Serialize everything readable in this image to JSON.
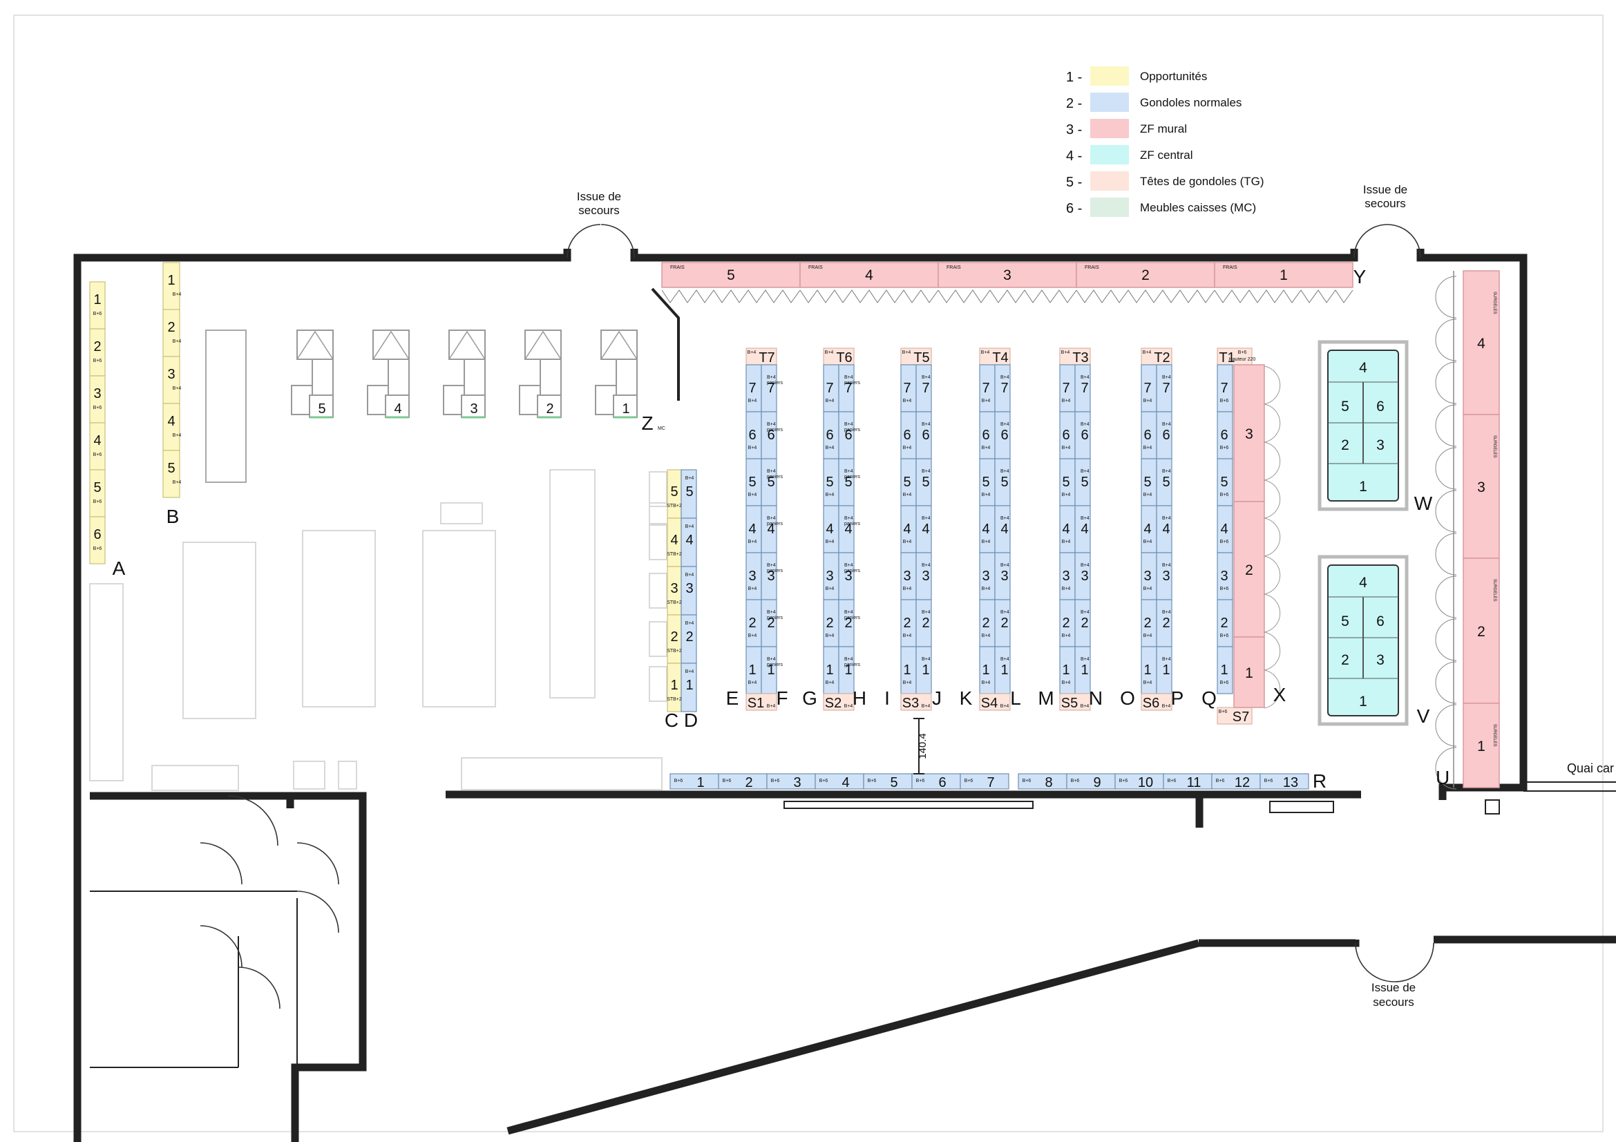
{
  "legend": [
    {
      "num": "1 -",
      "label": "Opportunités",
      "color": "#fdf7c3"
    },
    {
      "num": "2 -",
      "label": "Gondoles normales",
      "color": "#cfe2f7"
    },
    {
      "num": "3 -",
      "label": "ZF mural",
      "color": "#f9c9cc"
    },
    {
      "num": "4 -",
      "label": "ZF central",
      "color": "#c8f7f5"
    },
    {
      "num": "5 -",
      "label": "Têtes de gondoles (TG)",
      "color": "#fde5dc"
    },
    {
      "num": "6 -",
      "label": "Meubles caisses (MC)",
      "color": "#dcefe2"
    }
  ],
  "exits": {
    "top_left": [
      "Issue de",
      "secours"
    ],
    "top_right": [
      "Issue de",
      "secours"
    ],
    "bottom_right": [
      "Issue de",
      "secours"
    ]
  },
  "quai": "Quai car",
  "dimension": "140.4",
  "frais": {
    "tag": "FRAIS",
    "sections": [
      "5",
      "4",
      "3",
      "2",
      "1"
    ],
    "zone_letter": "Y"
  },
  "wall_right": {
    "sections": [
      "4",
      "3",
      "2",
      "1"
    ],
    "tag": "SURGELES"
  },
  "caisses": [
    "5",
    "4",
    "3",
    "2",
    "1"
  ],
  "caisse_zone": "Z",
  "caisse_tag": "MC",
  "wall_A": {
    "letter": "A",
    "sections": [
      "1",
      "2",
      "3",
      "4",
      "5",
      "6"
    ],
    "tag": "B+6"
  },
  "wall_B": {
    "letter": "B",
    "sections": [
      "1",
      "2",
      "3",
      "4",
      "5"
    ],
    "tag": "B+4"
  },
  "gondola_CD": {
    "left": "C",
    "right": "D",
    "sections": [
      "5",
      "4",
      "3",
      "2",
      "1"
    ],
    "left_tag": "STB+2",
    "right_tag": "B+4"
  },
  "gondolas": [
    {
      "head": "T7",
      "foot": "S1",
      "left": "E",
      "right": "F"
    },
    {
      "head": "T6",
      "foot": "S2",
      "left": "G",
      "right": "H"
    },
    {
      "head": "T5",
      "foot": "S3",
      "left": "I",
      "right": "J"
    },
    {
      "head": "T4",
      "foot": "S4",
      "left": "K",
      "right": "L"
    },
    {
      "head": "T3",
      "foot": "S5",
      "left": "M",
      "right": "N"
    },
    {
      "head": "T2",
      "foot": "S6",
      "left": "O",
      "right": "P"
    }
  ],
  "gondola_sections": [
    "7",
    "6",
    "5",
    "4",
    "3",
    "2",
    "1"
  ],
  "tag_b4": "B+4",
  "tag_paniers": "paniers",
  "gondola_Q": {
    "head": "T1",
    "foot": "S7",
    "left": "Q",
    "tag": "B+6",
    "head_note": "Hauteur 220"
  },
  "wall_X": {
    "letter": "X",
    "sections": [
      "3",
      "2",
      "1"
    ]
  },
  "islands": [
    {
      "letter": "W",
      "sections": [
        "4",
        "5",
        "6",
        "2",
        "3",
        "1"
      ]
    },
    {
      "letter": "V",
      "sections": [
        "4",
        "5",
        "6",
        "2",
        "3",
        "1"
      ]
    }
  ],
  "wall_R": {
    "letter": "R",
    "sections": [
      "1",
      "2",
      "3",
      "4",
      "5",
      "6",
      "7",
      "8",
      "9",
      "10",
      "11",
      "12",
      "13"
    ],
    "tag": "B+6"
  },
  "zone_U": "U"
}
